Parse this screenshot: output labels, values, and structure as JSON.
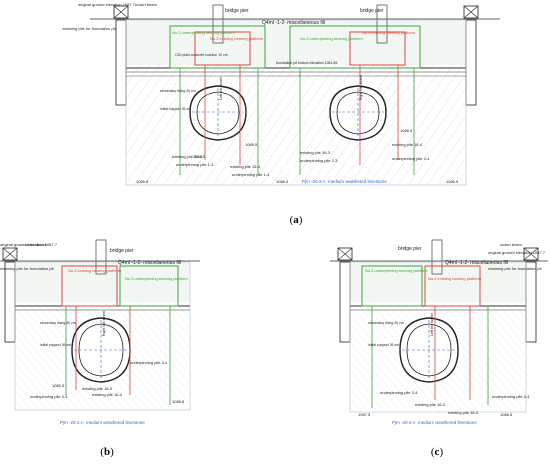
{
  "panels": [
    {
      "caption": "a",
      "top_labels": {
        "ground_elevation": "original ground elevation 1087.7",
        "crown_beam": "crown beam",
        "retaining_pile": "retaining pile for foundation pit",
        "bridge_pier_left": "bridge pier",
        "bridge_pier_right": "bridge pier"
      },
      "soil_fill": "Q4ml -1-2- miscellaneous fill",
      "soil_rock": "Pjm -20-2-c- medium weathered limestone",
      "platforms": [
        {
          "text": "No.2 underpinning bearing platform",
          "color": "#3da33d"
        },
        {
          "text": "No.2 existing bearing platform",
          "color": "#e0443c"
        },
        {
          "text": "No.3 underpinning bearing platform",
          "color": "#3da33d"
        },
        {
          "text": "No.3 existing bearing platform",
          "color": "#e0443c"
        }
      ],
      "tunnels": [
        "Left line tunnel",
        "Right line tunnel"
      ],
      "notes": [
        "C30 plain concrete cushion 10 cm",
        "foundation pit bottom elevation 1081.85"
      ],
      "piles": [
        "existing pile 15-3",
        "underpinning pile 1-3",
        "existing pile 15-4",
        "underpinning pile 1-4",
        "existing pile 16-3",
        "underpinning pile 2-3",
        "existing pile 16-4",
        "underpinning pile 2-4"
      ],
      "support_labels": [
        "secondary lining 40 cm",
        "initial support 26 cm"
      ],
      "elevations": [
        "1066.8",
        "1066.5",
        "1069.5",
        "1066.5",
        "1066.5",
        "1066.5"
      ]
    },
    {
      "caption": "b",
      "top_labels": {
        "ground_elevation": "original ground elevation 1087.7",
        "crown_beam": "crown beam",
        "retaining_pile": "retaining pile for foundation pit",
        "bridge_pier": "bridge pier"
      },
      "soil_fill": "Q4ml -1-2- miscellaneous fill",
      "soil_rock": "Pjm -20-2-c- medium weathered limestone",
      "platforms": [
        {
          "text": "No.3 existing bearing platform",
          "color": "#e0443c"
        },
        {
          "text": "No.3 underpinning bearing platform",
          "color": "#3da33d"
        }
      ],
      "tunnels": [
        "Right line tunnel"
      ],
      "piles": [
        "underpinning pile 3-3",
        "existing pile 16-3",
        "underpinning pile 3-4",
        "existing pile 16-4"
      ],
      "support_labels": [
        "secondary lining 40 cm",
        "initial support 26 cm"
      ],
      "elevations": [
        "1065.5",
        "1066.8"
      ]
    },
    {
      "caption": "c",
      "top_labels": {
        "ground_elevation": "original ground elevation 1087.7",
        "crown_beam": "crown beam",
        "retaining_pile": "retaining pile for foundation pit",
        "bridge_pier": "bridge pier"
      },
      "soil_fill": "Q4ml -1-2- miscellaneous fill",
      "soil_rock": "Pjm -20-2-c- medium weathered limestone",
      "platforms": [
        {
          "text": "No.4 underpinning bearing platform",
          "color": "#3da33d"
        },
        {
          "text": "No.4 existing bearing platform",
          "color": "#e0443c"
        }
      ],
      "tunnels": [
        "Left line tunnel"
      ],
      "piles": [
        "underpinning pile 3-4",
        "existing pile 16-3",
        "existing pile 16-4",
        "underpinning pile 4-4"
      ],
      "support_labels": [
        "secondary lining 40 cm",
        "initial support 26 cm"
      ],
      "elevations": [
        "1067.5",
        "1066.5"
      ]
    }
  ]
}
